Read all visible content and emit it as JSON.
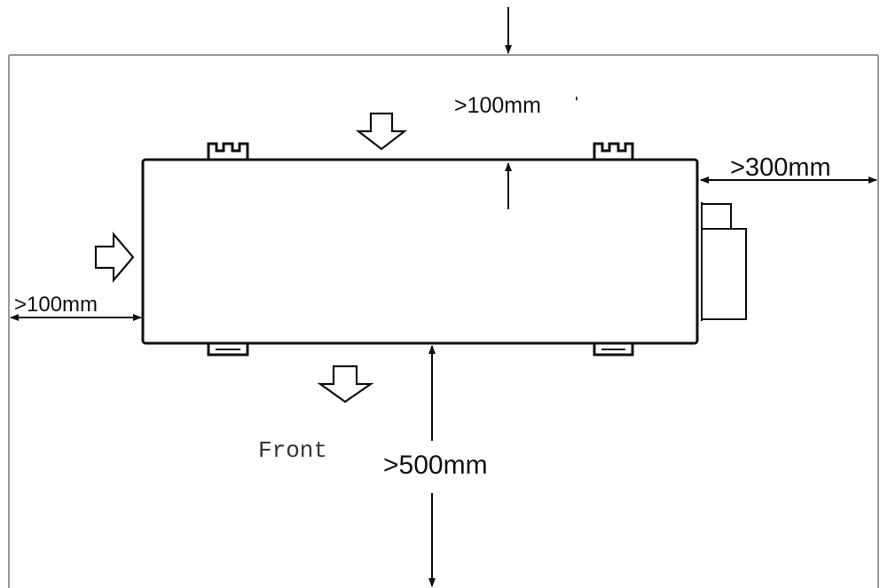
{
  "clearances": {
    "top": "˃100mm",
    "top_tick": "'",
    "right": "˃300mm",
    "left": "˃100mm",
    "front": "˃500mm"
  },
  "front_label": "Front",
  "colors": {
    "line": "#111111",
    "wall": "#9a9a9a",
    "background": "#ffffff"
  }
}
